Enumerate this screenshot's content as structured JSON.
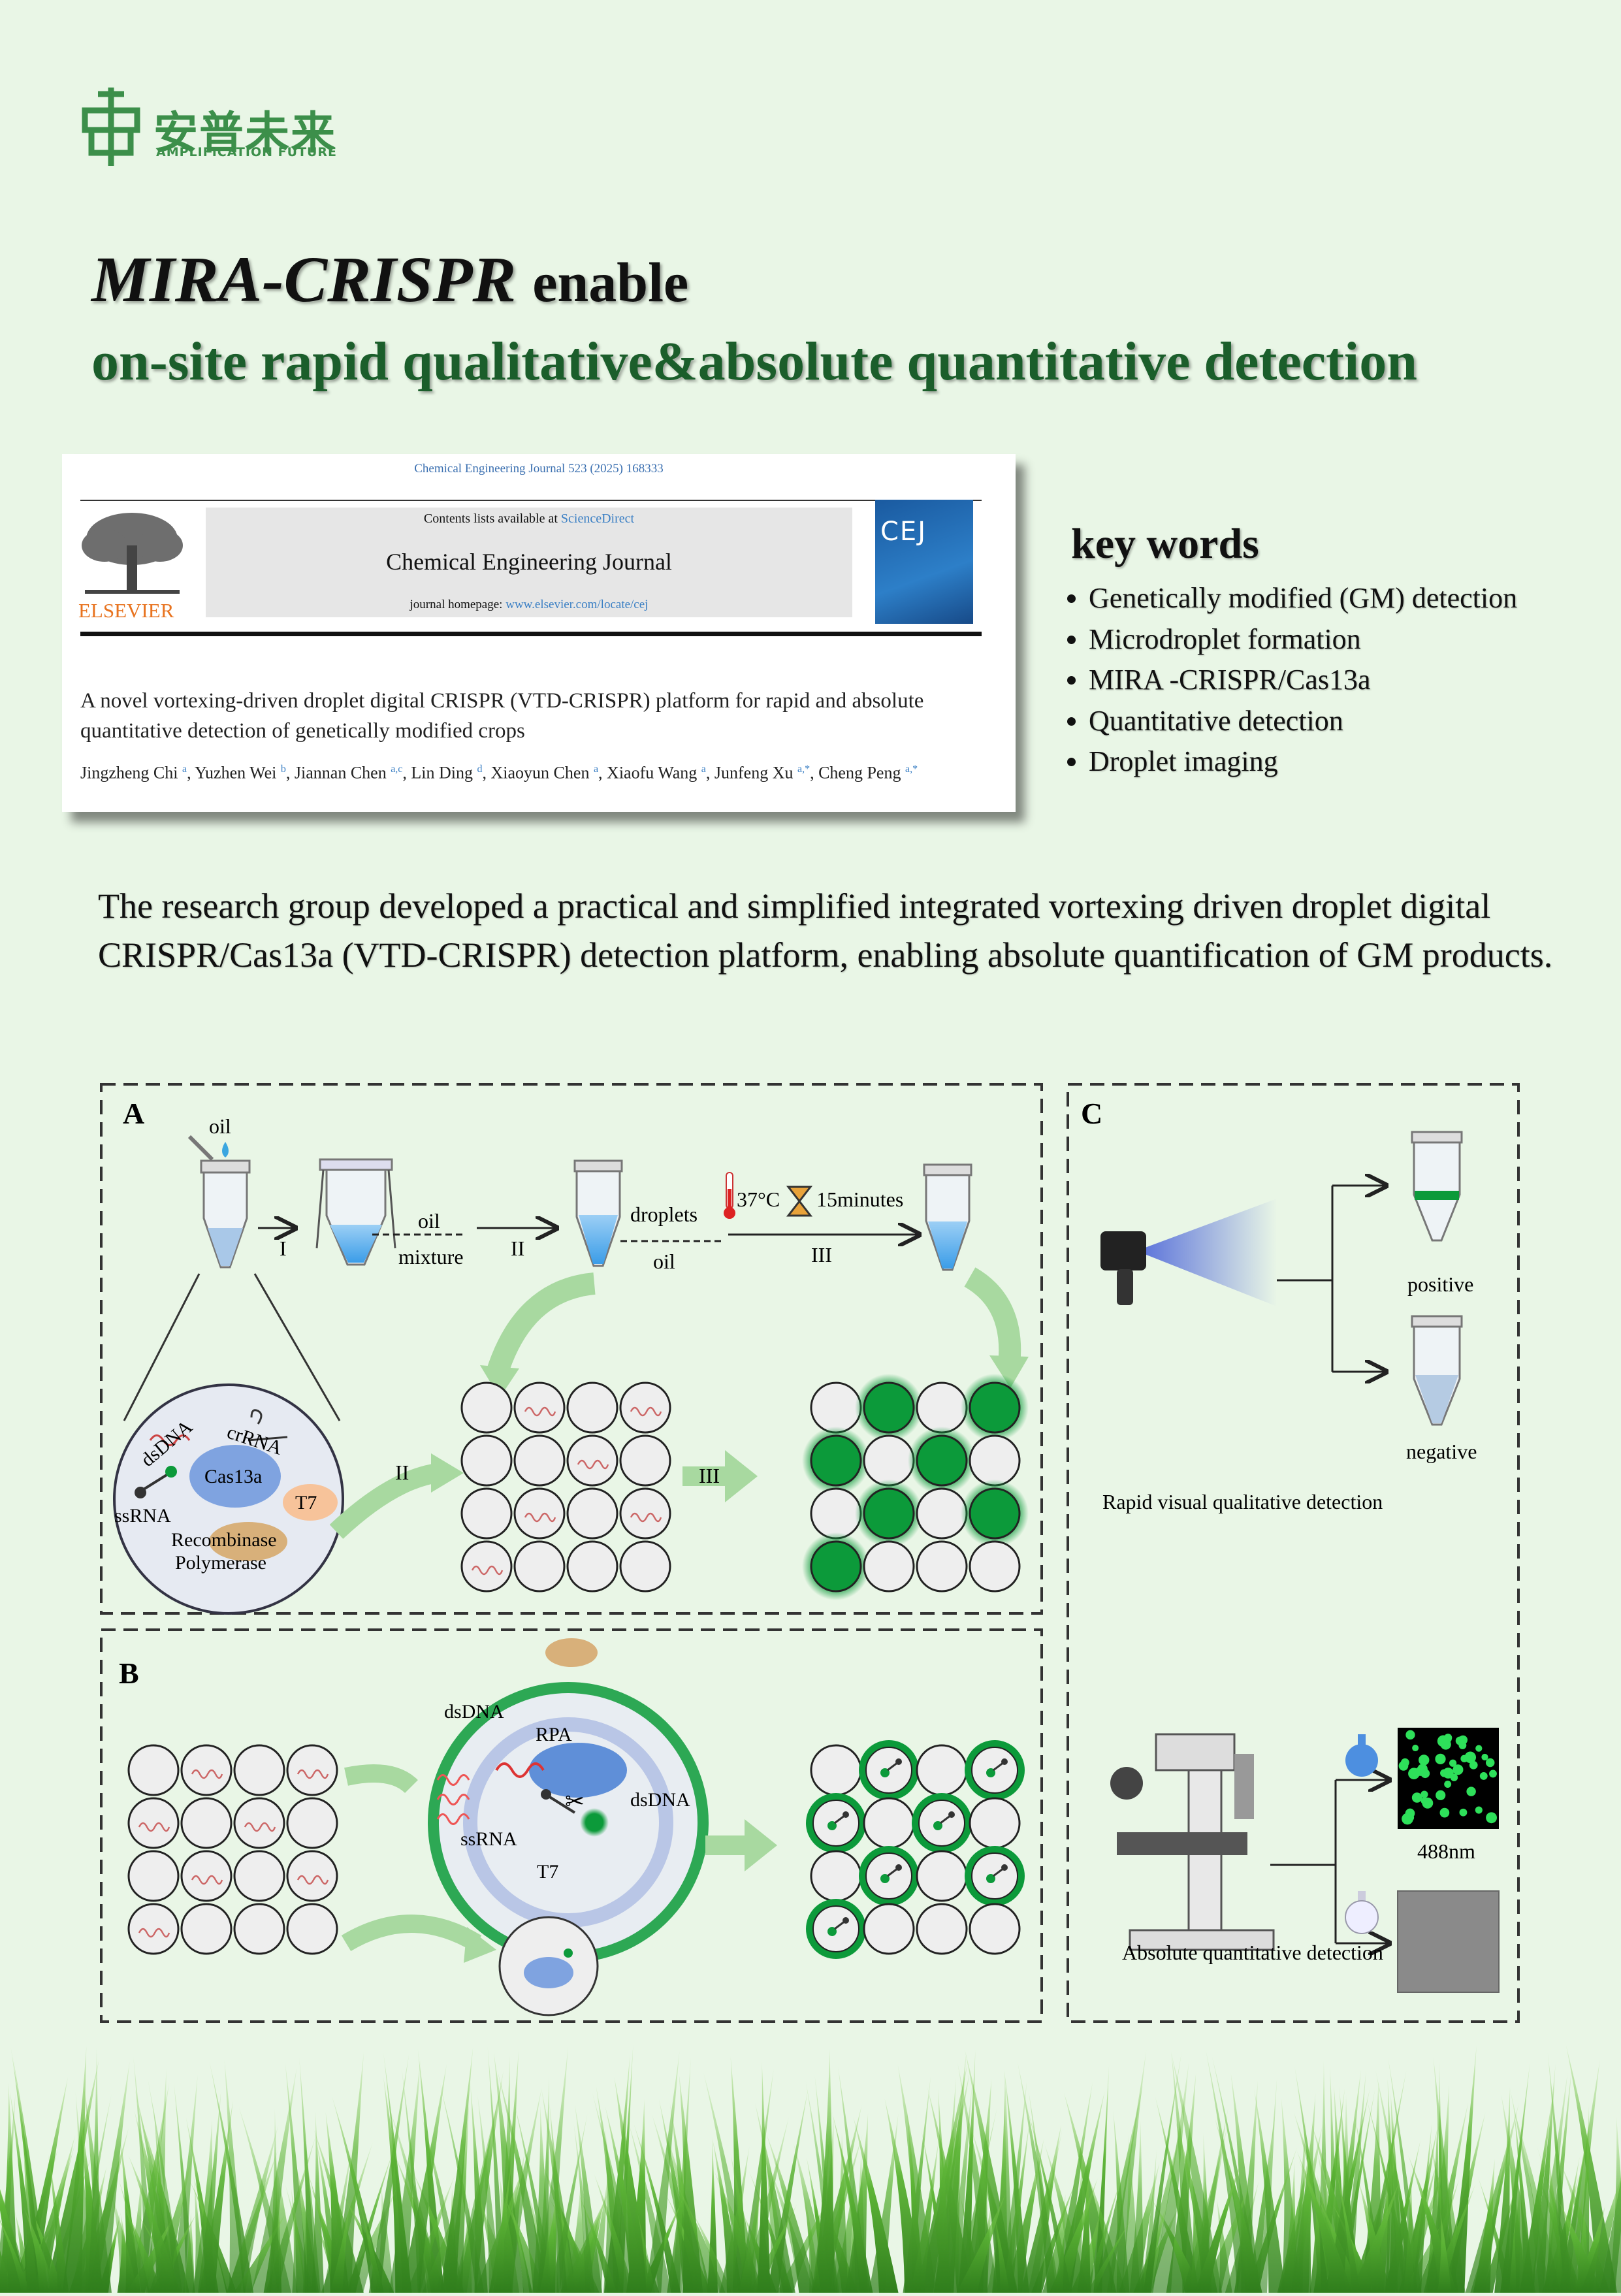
{
  "logo": {
    "chinese": "安普未来",
    "english": "AMPLIFICATION FUTURE",
    "color": "#3c8f4a"
  },
  "title": {
    "italic_part": "MIRA-CRISPR",
    "rest": "enable",
    "line2": "on-site rapid qualitative&absolute quantitative detection",
    "line2_color": "#1b5e2b"
  },
  "paper": {
    "journal_ref": "Chemical Engineering Journal 523 (2025) 168333",
    "contents_prefix": "Contents lists available at ",
    "contents_link": "ScienceDirect",
    "journal_name": "Chemical Engineering Journal",
    "homepage_prefix": "journal homepage: ",
    "homepage_link": "www.elsevier.com/locate/cej",
    "publisher": "ELSEVIER",
    "cover_text": "CEJ",
    "article_title": "A novel vortexing-driven droplet digital CRISPR (VTD-CRISPR) platform for rapid and absolute quantitative detection of genetically modified crops",
    "authors": [
      {
        "name": "Jingzheng Chi",
        "aff": "a"
      },
      {
        "name": "Yuzhen Wei",
        "aff": "b"
      },
      {
        "name": "Jiannan Chen",
        "aff": "a,c"
      },
      {
        "name": "Lin Ding",
        "aff": "d"
      },
      {
        "name": "Xiaoyun Chen",
        "aff": "a"
      },
      {
        "name": "Xiaofu Wang",
        "aff": "a"
      },
      {
        "name": "Junfeng Xu",
        "aff": "a,*"
      },
      {
        "name": "Cheng Peng",
        "aff": "a,*"
      }
    ]
  },
  "keywords": {
    "title": "key words",
    "items": [
      "Genetically modified (GM) detection",
      "Microdroplet formation",
      "MIRA -CRISPR/Cas13a",
      "Quantitative detection",
      "Droplet imaging"
    ]
  },
  "description": "The research group developed a practical and simplified integrated vortexing driven droplet digital CRISPR/Cas13a (VTD-CRISPR) detection platform, enabling absolute quantification of GM products.",
  "figure": {
    "panel_a": {
      "label": "A",
      "oil": "oil",
      "step1": "I",
      "oil_mixture_1": "oil",
      "oil_mixture_2": "mixture",
      "step2": "II",
      "droplets": "droplets",
      "oil_under": "oil",
      "temperature": "37°C",
      "time": "15minutes",
      "step3": "III",
      "dsdna": "dsDNA",
      "crrna": "crRNA",
      "cas": "Cas13a",
      "ssrna": "ssRNA",
      "t7": "T7",
      "recombinase": "Recombinase",
      "polymerase": "Polymerase",
      "arrow_ii": "II",
      "arrow_iii": "III",
      "grid_before": [
        [
          0,
          1,
          0,
          1
        ],
        [
          0,
          0,
          1,
          0
        ],
        [
          0,
          1,
          0,
          1
        ],
        [
          1,
          0,
          0,
          0
        ]
      ],
      "grid_after": [
        [
          0,
          1,
          0,
          1
        ],
        [
          1,
          0,
          1,
          0
        ],
        [
          0,
          1,
          0,
          1
        ],
        [
          1,
          0,
          0,
          0
        ]
      ]
    },
    "panel_b": {
      "label": "B",
      "rpa": "RPA",
      "dsdna_left": "dsDNA",
      "ssrna": "ssRNA",
      "dsdna_right": "dsDNA",
      "t7": "T7",
      "grid_before": [
        [
          0,
          1,
          0,
          1
        ],
        [
          1,
          0,
          1,
          0
        ],
        [
          0,
          1,
          0,
          1
        ],
        [
          1,
          0,
          0,
          0
        ]
      ],
      "grid_after": [
        [
          0,
          1,
          0,
          1
        ],
        [
          1,
          0,
          1,
          0
        ],
        [
          0,
          1,
          0,
          1
        ],
        [
          1,
          0,
          0,
          0
        ]
      ]
    },
    "panel_c": {
      "label": "C",
      "positive": "positive",
      "negative": "negative",
      "qualitative": "Rapid visual qualitative detection",
      "wavelength": "488nm",
      "quantitative": "Absolute quantitative detection"
    },
    "colors": {
      "green": "#0c9a3a",
      "blue": "#4d8fe0",
      "arrow_green": "#a8d9a0",
      "dashed": "#333333"
    }
  }
}
